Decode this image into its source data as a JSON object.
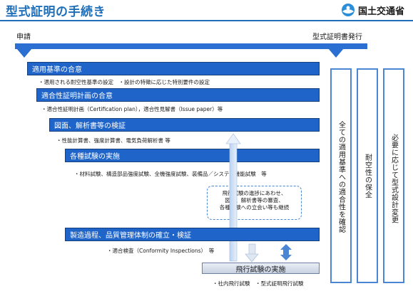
{
  "header": {
    "title": "型式証明の手続き",
    "org": "国土交通省"
  },
  "timeline": {
    "start_label": "申請",
    "end_label": "型式証明書発行"
  },
  "steps": [
    {
      "label": "適用基準の合意",
      "detail": "・適用される耐空性基準の設定　・設計の特徴に応じた特別要件の設定"
    },
    {
      "label": "適合性証明計画の合意",
      "detail": "・適合性証明計画（Certification plan），適合性見解書（Issue paper）等"
    },
    {
      "label": "図面、解析書等の検証",
      "detail": "・性能計算書、強度計算書、電気負荷解析書 等"
    },
    {
      "label": "各種試験の実施",
      "detail": "・材料試験、構造部品強度試験、全機強度試験、装備品／システム機能試験　等"
    },
    {
      "label": "製造過程、品質管理体制の確立・検証",
      "detail": "・適合検査（Conformity Inspections）　等"
    },
    {
      "label": "飛行試験の実施",
      "detail": "・社内飛行試験　・型式証明飛行試験"
    }
  ],
  "note": {
    "lines": [
      "飛行試験の進捗にあわせ、",
      "図面、解析書等の審査、",
      "各種試験への立会い等も継続"
    ]
  },
  "side_columns": [
    {
      "label": "全ての適用基準への適合性を確認"
    },
    {
      "label": "耐空性の保全"
    },
    {
      "label": "必要に応じて型式設計変更"
    }
  ],
  "colors": {
    "accent": "#2a6fd1",
    "title": "#1f6fb8",
    "box_dark": "#1f64c8",
    "box_light": "#dfe5ef"
  }
}
